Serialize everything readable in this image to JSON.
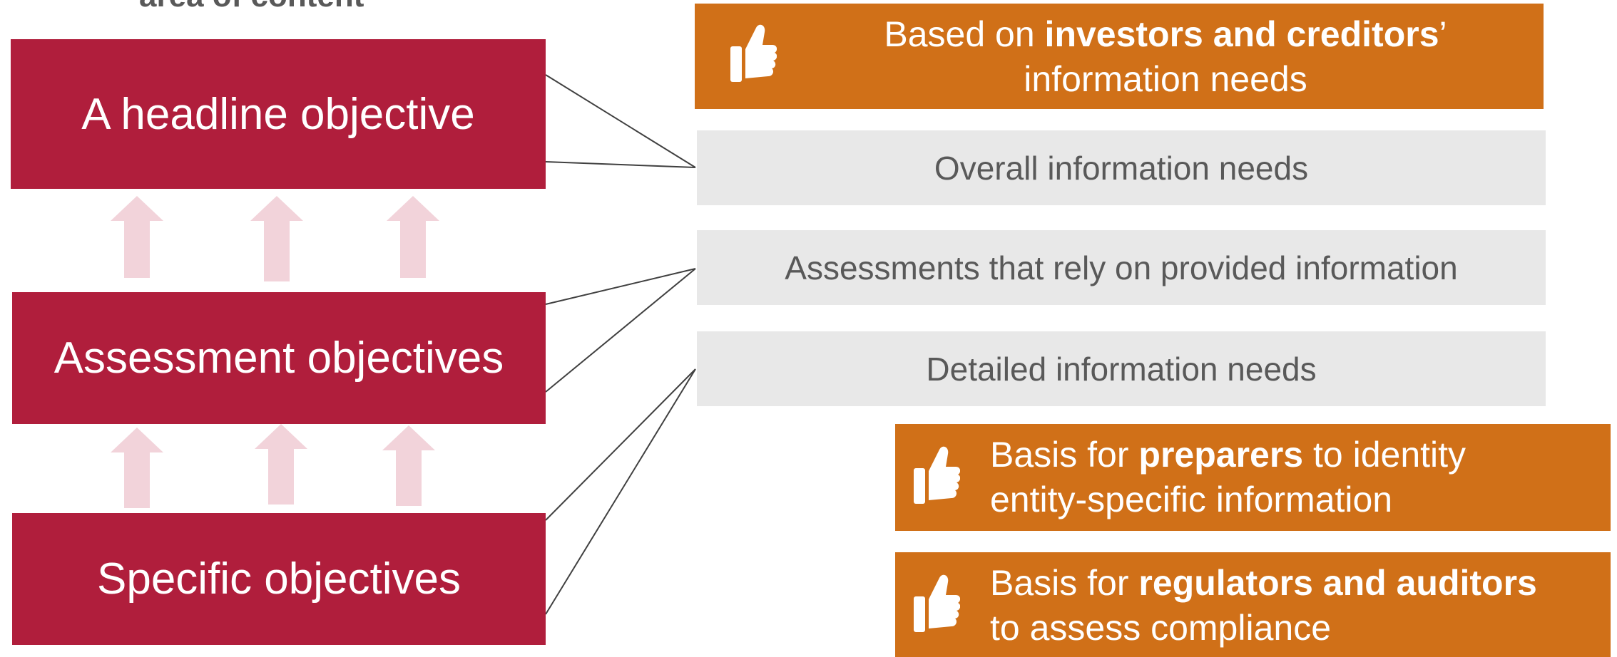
{
  "caption": "area of content",
  "left_boxes": {
    "headline": "A headline objective",
    "assessment": "Assessment objectives",
    "specific": "Specific objectives"
  },
  "gray_boxes": {
    "overall": "Overall information needs",
    "assessments": "Assessments that rely on provided information",
    "detailed": "Detailed information needs"
  },
  "top_orange": {
    "prefix": "Based on ",
    "bold": "investors and creditors",
    "suffix": "’",
    "line2": "information needs"
  },
  "preparers_orange": {
    "prefix": "Basis for ",
    "bold": "preparers",
    "suffix": " to identity",
    "line2": "entity-specific information"
  },
  "regulators_orange": {
    "prefix": "Basis for ",
    "bold": "regulators and auditors",
    "line2": "to assess compliance"
  },
  "icons": [
    "thumbs-up-icon",
    "up-arrow-icon"
  ],
  "colors": {
    "red": "#b01e3c",
    "orange": "#d07018",
    "gray_box": "#e8e8e8",
    "gray_text": "#595959",
    "arrow_pink": "#f2d3da",
    "connector": "#404040"
  }
}
